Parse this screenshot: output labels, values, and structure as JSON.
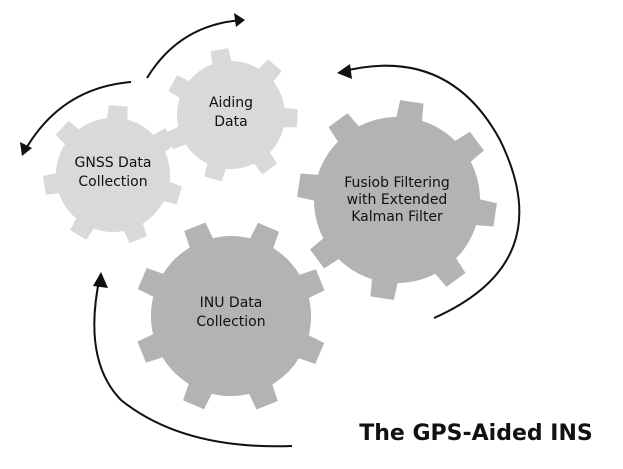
{
  "diagram": {
    "title": "The GPS-Aided INS",
    "gears": [
      {
        "id": "gnss",
        "label_lines": [
          "GNSS Data",
          "Collection"
        ],
        "color": "#d9d9d9"
      },
      {
        "id": "aiding",
        "label_lines": [
          "Aiding",
          "Data"
        ],
        "color": "#d9d9d9"
      },
      {
        "id": "fusion",
        "label_lines": [
          "Fusiob Filtering",
          "with Extended",
          "Kalman Filter"
        ],
        "color": "#b3b3b3"
      },
      {
        "id": "inu",
        "label_lines": [
          "INU Data",
          "Collection"
        ],
        "color": "#b3b3b3"
      }
    ],
    "arrow_color": "#111111"
  }
}
